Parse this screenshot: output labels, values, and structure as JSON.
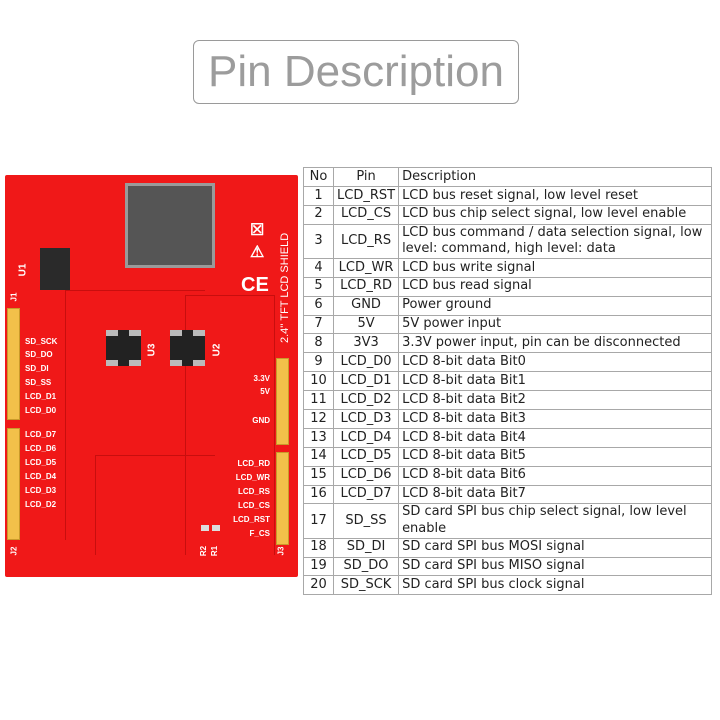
{
  "title": "Pin Description",
  "board": {
    "left_labels": [
      "SD_SCK",
      "SD_DO",
      "SD_DI",
      "SD_SS",
      "LCD_D1",
      "LCD_D0",
      "LCD_D7",
      "LCD_D6",
      "LCD_D5",
      "LCD_D4",
      "LCD_D3",
      "LCD_D2"
    ],
    "right_labels": [
      "3.3V",
      "5V",
      "GND",
      "LCD_RD",
      "LCD_WR",
      "LCD_RS",
      "LCD_CS",
      "LCD_RST",
      "F_CS"
    ],
    "shield_text": "2.4'' TFT LCD SHIELD",
    "designators": {
      "u1": "U1",
      "u2": "U2",
      "u3": "U3",
      "j1": "J1",
      "j2": "J2",
      "j3": "J3",
      "r1": "R1",
      "r2": "R2"
    },
    "ce_mark": "CE"
  },
  "table": {
    "headers": [
      "No",
      "Pin",
      "Description"
    ],
    "rows": [
      {
        "no": "1",
        "pin": "LCD_RST",
        "desc": "LCD bus reset signal, low level reset"
      },
      {
        "no": "2",
        "pin": "LCD_CS",
        "desc": "LCD bus chip select signal, low level enable"
      },
      {
        "no": "3",
        "pin": "LCD_RS",
        "desc": "LCD bus command / data selection signal, low level: command, high level: data"
      },
      {
        "no": "4",
        "pin": "LCD_WR",
        "desc": "LCD bus write signal"
      },
      {
        "no": "5",
        "pin": "LCD_RD",
        "desc": "LCD bus read signal"
      },
      {
        "no": "6",
        "pin": "GND",
        "desc": "Power ground"
      },
      {
        "no": "7",
        "pin": "5V",
        "desc": "5V power input"
      },
      {
        "no": "8",
        "pin": "3V3",
        "desc": "3.3V power input, pin can be disconnected"
      },
      {
        "no": "9",
        "pin": "LCD_D0",
        "desc": "LCD 8-bit data Bit0"
      },
      {
        "no": "10",
        "pin": "LCD_D1",
        "desc": "LCD 8-bit data Bit1"
      },
      {
        "no": "11",
        "pin": "LCD_D2",
        "desc": "LCD 8-bit data Bit2"
      },
      {
        "no": "12",
        "pin": "LCD_D3",
        "desc": "LCD 8-bit data Bit3"
      },
      {
        "no": "13",
        "pin": "LCD_D4",
        "desc": "LCD 8-bit data Bit4"
      },
      {
        "no": "14",
        "pin": "LCD_D5",
        "desc": "LCD 8-bit data Bit5"
      },
      {
        "no": "15",
        "pin": "LCD_D6",
        "desc": "LCD 8-bit data Bit6"
      },
      {
        "no": "16",
        "pin": "LCD_D7",
        "desc": "LCD 8-bit data Bit7"
      },
      {
        "no": "17",
        "pin": "SD_SS",
        "desc": "SD card SPI bus chip select signal, low level enable"
      },
      {
        "no": "18",
        "pin": "SD_DI",
        "desc": "SD card SPI bus MOSI signal"
      },
      {
        "no": "19",
        "pin": "SD_DO",
        "desc": "SD card SPI bus MISO signal"
      },
      {
        "no": "20",
        "pin": "SD_SCK",
        "desc": "SD card SPI bus clock signal"
      }
    ]
  }
}
